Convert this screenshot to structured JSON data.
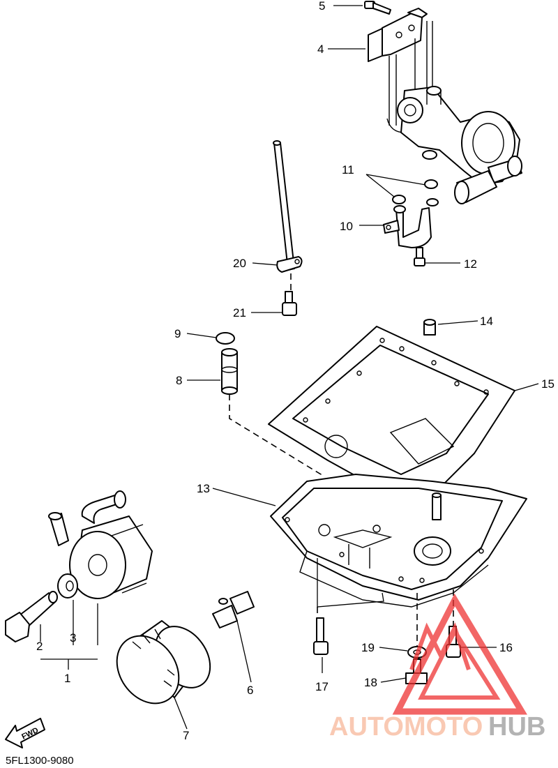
{
  "diagram": {
    "callouts": [
      {
        "id": "c1",
        "label": "1"
      },
      {
        "id": "c2",
        "label": "2"
      },
      {
        "id": "c3",
        "label": "3"
      },
      {
        "id": "c4",
        "label": "4"
      },
      {
        "id": "c5",
        "label": "5"
      },
      {
        "id": "c6",
        "label": "6"
      },
      {
        "id": "c7",
        "label": "7"
      },
      {
        "id": "c8",
        "label": "8"
      },
      {
        "id": "c9",
        "label": "9"
      },
      {
        "id": "c10",
        "label": "10"
      },
      {
        "id": "c11",
        "label": "11"
      },
      {
        "id": "c12",
        "label": "12"
      },
      {
        "id": "c13",
        "label": "13"
      },
      {
        "id": "c14",
        "label": "14"
      },
      {
        "id": "c15",
        "label": "15"
      },
      {
        "id": "c16",
        "label": "16"
      },
      {
        "id": "c17",
        "label": "17"
      },
      {
        "id": "c18",
        "label": "18"
      },
      {
        "id": "c19",
        "label": "19"
      },
      {
        "id": "c20",
        "label": "20"
      },
      {
        "id": "c21",
        "label": "21"
      }
    ],
    "drawing_code": "5FL1300-9080",
    "fwd_label": "FWD"
  },
  "watermark": {
    "part1": "AUTOMOTO",
    "part2": "HUB",
    "color_primary": "#f7b89a",
    "color_secondary": "#9a9a9a",
    "triangle_color": "#ee3333"
  }
}
